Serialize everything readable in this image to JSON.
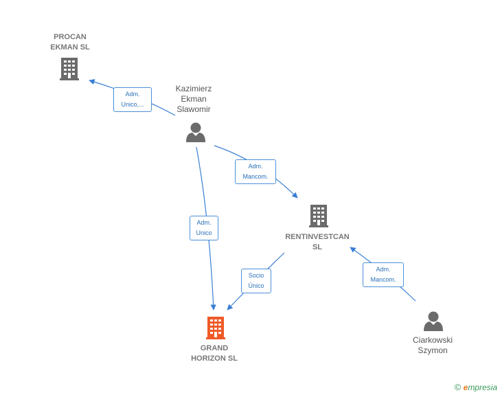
{
  "nodes": {
    "procan": {
      "label": "PROCAN\nEKMAN SL",
      "type": "company"
    },
    "kazimierz": {
      "label": "Kazimierz\nEkman\nSlawomir",
      "type": "person"
    },
    "rentinvestcan": {
      "label": "RENTINVESTCAN\nSL",
      "type": "company"
    },
    "grand": {
      "label": "GRAND\nHORIZON SL",
      "type": "company-focus"
    },
    "ciarkowski": {
      "label": "Ciarkowski\nSzymon",
      "type": "person"
    }
  },
  "edges": {
    "kaz_procan": "Adm.\nUnico,...",
    "kaz_rent": "Adm.\nMancom.",
    "kaz_grand": "Adm.\nUnico",
    "rent_grand": "Socio\nÚnico",
    "ciar_rent": "Adm.\nMancom."
  },
  "colors": {
    "edge": "#3a7fd5",
    "company": "#6b6b6b",
    "focus": "#f05a28",
    "person": "#6b6b6b"
  },
  "brand": {
    "copyright": "©",
    "name_initial": "e",
    "name_rest": "mpresia"
  }
}
